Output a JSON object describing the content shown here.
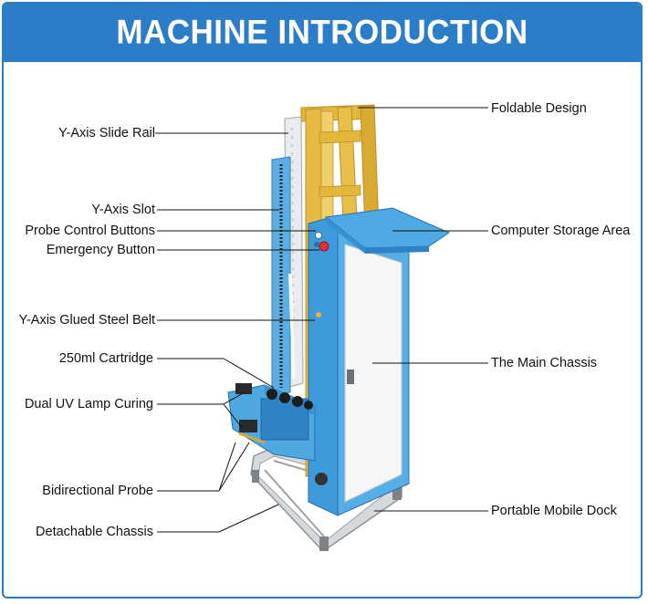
{
  "title": "MACHINE INTRODUCTION",
  "callouts_left": [
    {
      "id": "y-axis-slide-rail",
      "text": "Y-Axis Slide Rail"
    },
    {
      "id": "y-axis-slot",
      "text": "Y-Axis Slot"
    },
    {
      "id": "probe-control-buttons",
      "text": "Probe Control Buttons"
    },
    {
      "id": "emergency-button",
      "text": "Emergency Button"
    },
    {
      "id": "y-axis-glued-steel-belt",
      "text": "Y-Axis Glued Steel Belt"
    },
    {
      "id": "250ml-cartridge",
      "text": "250ml Cartridge"
    },
    {
      "id": "dual-uv-lamp-curing",
      "text": "Dual UV Lamp Curing"
    },
    {
      "id": "bidirectional-probe",
      "text": "Bidirectional Probe"
    },
    {
      "id": "detachable-chassis",
      "text": "Detachable Chassis"
    }
  ],
  "callouts_right": [
    {
      "id": "foldable-design",
      "text": "Foldable Design"
    },
    {
      "id": "computer-storage-area",
      "text": "Computer Storage Area"
    },
    {
      "id": "the-main-chassis",
      "text": "The Main Chassis"
    },
    {
      "id": "portable-mobile-dock",
      "text": "Portable Mobile Dock"
    }
  ],
  "colors": {
    "banner": "#2a7dc6",
    "machine_blue": "#4fa8e0",
    "rail_gold": "#e0b43a",
    "panel_white": "#f4f6f8",
    "frame_border": "#2b7bc4"
  }
}
